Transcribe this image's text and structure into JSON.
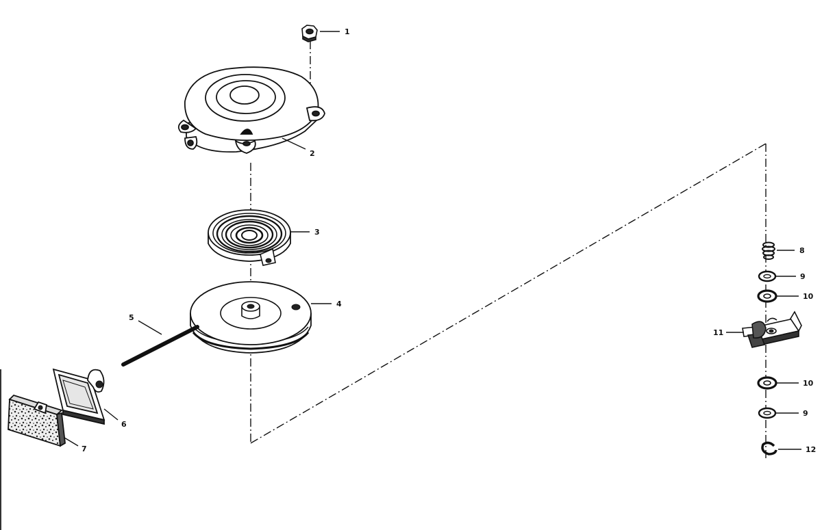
{
  "diagram": {
    "colors": {
      "ink": "#111111",
      "paper": "#ffffff",
      "shade": "#2a2a2a",
      "light": "#d8d8d8"
    },
    "callouts": {
      "c1": "1",
      "c2": "2",
      "c3": "3",
      "c4": "4",
      "c5": "5",
      "c6": "6",
      "c7": "7",
      "c8": "8",
      "c9a": "9",
      "c10a": "10",
      "c11": "11",
      "c10b": "10",
      "c9b": "9",
      "c12": "12"
    },
    "parts": [
      "hex-nut",
      "starter-housing",
      "recoil-spring",
      "rope-pulley",
      "starter-rope",
      "rope-handle",
      "handle-insert",
      "pawl-spring",
      "washer",
      "washer",
      "pawl-assembly",
      "washer",
      "washer",
      "retaining-ring"
    ]
  }
}
